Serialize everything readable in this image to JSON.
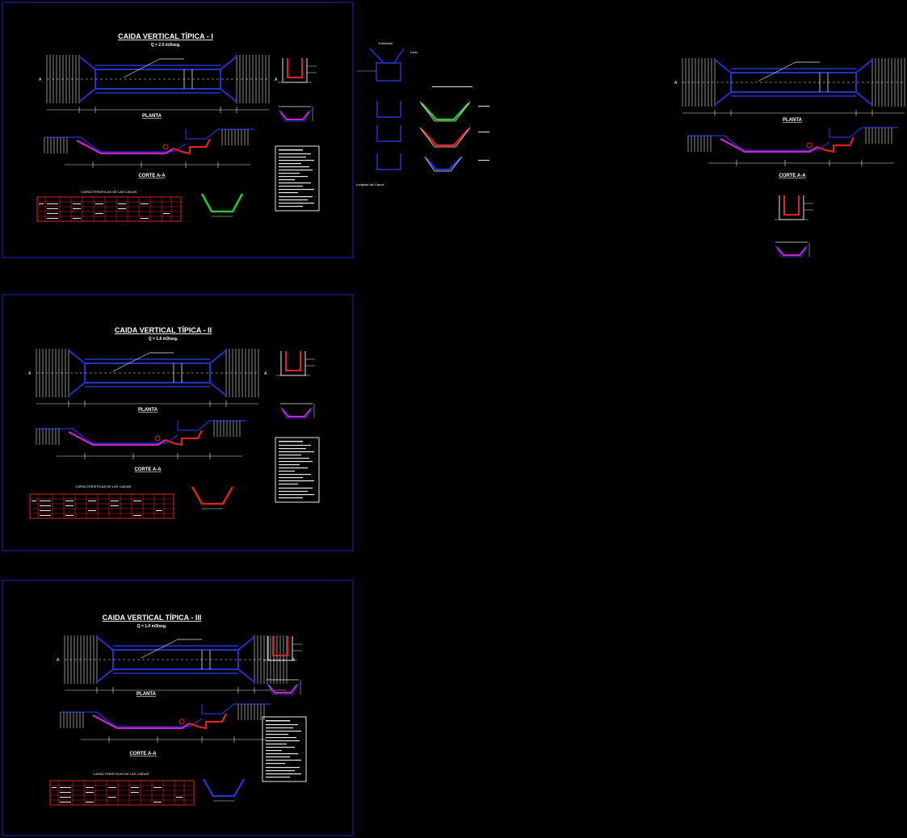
{
  "sheets": [
    {
      "title": "CAIDA VERTICAL TÍPICA - I",
      "subtitle": "Q = 2.0 m3/seg.",
      "plan_label": "PLANTA",
      "section_label": "CORTE A-A",
      "table_title": "CARACTERISTICAS DE LAS CAIDAS",
      "channel_color": "#22cc33"
    },
    {
      "title": "CAIDA VERTICAL TÍPICA - II",
      "subtitle": "Q = 1.6 m3/seg.",
      "plan_label": "PLANTA",
      "section_label": "CORTE A-A",
      "table_title": "CARACTERISTICAS DE LAS CAIDAS",
      "channel_color": "#dd2222"
    },
    {
      "title": "CAIDA VERTICAL TÍPICA - III",
      "subtitle": "Q = 1.0 m3/seg.",
      "plan_label": "PLANTA",
      "section_label": "CORTE A-A",
      "table_title": "CARACTERISTICAS DE LAS CAIDAS",
      "channel_color": "#2233cc"
    }
  ],
  "detail_right": {
    "plan_label": "PLANTA",
    "section_label": "CORTE A-A"
  },
  "legend": {
    "top_label": "Transición",
    "side_label": "Lado",
    "bottom_label": "Longitud del Cauce",
    "colors": {
      "green": "#22cc33",
      "red": "#dd2222",
      "blue": "#2233cc"
    }
  }
}
